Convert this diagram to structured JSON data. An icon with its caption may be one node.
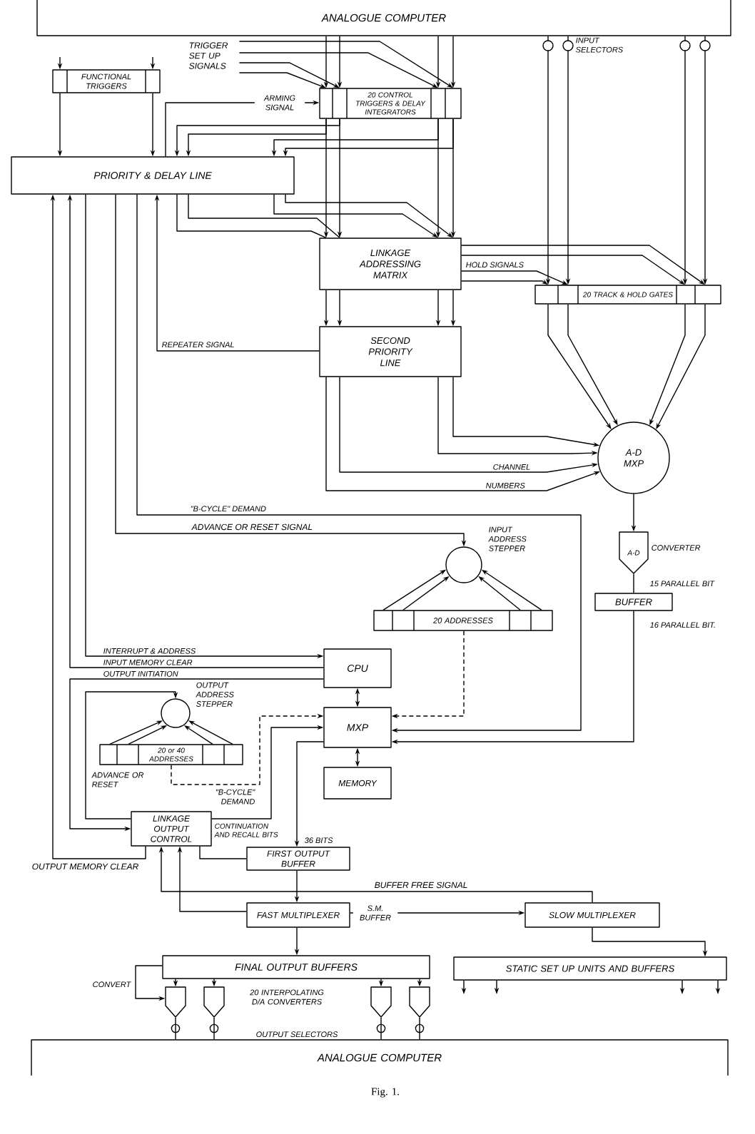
{
  "diagram": {
    "caption": "Fig. 1.",
    "nodes": [
      {
        "text": [
          "ANALOGUE COMPUTER"
        ]
      },
      {
        "text": [
          "TRIGGER SET UP SIGNALS"
        ]
      },
      {
        "text": [
          "FUNCTIONAL TRIGGERS"
        ]
      },
      {
        "text": [
          "20 CONTROL TRIGGERS & DELAY INTEGRATORS"
        ]
      },
      {
        "text": [
          "PRIORITY & DELAY LINE"
        ]
      },
      {
        "text": [
          "LINKAGE ADDRESSING MATRIX"
        ]
      },
      {
        "text": [
          "20 TRACK & HOLD GATES"
        ]
      },
      {
        "text": [
          "SECOND PRIORITY LINE"
        ]
      },
      {
        "text": [
          "A-D MXP"
        ]
      },
      {
        "text": [],
        "shape": "circle",
        "beside": [
          "INPUT ADDRESS STEPPER"
        ]
      },
      {
        "text": [
          "A-D"
        ],
        "beside": [
          "CONVERTER"
        ]
      },
      {
        "text": [
          "BUFFER"
        ]
      },
      {
        "text": [
          "20 ADDRESSES"
        ]
      },
      {
        "text": [
          "CPU"
        ]
      },
      {
        "text": [],
        "shape": "circle",
        "beside": [
          "OUTPUT ADDRESS STEPPER"
        ]
      },
      {
        "text": [
          "MXP"
        ]
      },
      {
        "text": [
          "20 or 40 ADDRESSES"
        ]
      },
      {
        "text": [
          "MEMORY"
        ]
      },
      {
        "text": [
          "LINKAGE OUTPUT CONTROL"
        ]
      },
      {
        "text": [
          "FIRST OUTPUT BUFFER"
        ]
      },
      {
        "text": [
          "FAST MULTIPLEXER"
        ]
      },
      {
        "text": [
          "SLOW MULTIPLEXER"
        ]
      },
      {
        "text": [
          "FINAL OUTPUT BUFFERS"
        ]
      },
      {
        "text": [
          "STATIC SET UP UNITS AND BUFFERS"
        ]
      },
      {
        "text": [],
        "shape": "pentagon"
      },
      {
        "text": [],
        "shape": "pentagon"
      },
      {
        "text": [],
        "shape": "pentagon"
      },
      {
        "text": [],
        "shape": "pentagon"
      },
      {
        "text": [
          "ANALOGUE COMPUTER"
        ]
      }
    ],
    "edges": [
      {
        "from": null,
        "to": 2,
        "arrow": "to"
      },
      {
        "from": null,
        "to": 2,
        "arrow": "to"
      },
      {
        "from": 0,
        "to": 3,
        "arrow": "to"
      },
      {
        "from": 0,
        "to": 3,
        "arrow": "to"
      },
      {
        "from": 0,
        "to": 3,
        "arrow": "to"
      },
      {
        "from": 0,
        "to": 3,
        "arrow": "to"
      },
      {
        "from": 1,
        "to": 3,
        "arrow": "to"
      },
      {
        "from": 1,
        "to": 3,
        "arrow": "to"
      },
      {
        "from": 1,
        "to": 3,
        "arrow": "to"
      },
      {
        "from": 1,
        "to": 3,
        "arrow": "to"
      },
      {
        "from": 2,
        "to": 4,
        "arrow": "to"
      },
      {
        "from": 2,
        "to": 4,
        "arrow": "to"
      },
      {
        "from": 4,
        "to": 3,
        "arrow": "to",
        "label": "ARMING SIGNAL"
      },
      {
        "from": 3,
        "to": 4,
        "arrow": "to"
      },
      {
        "from": 3,
        "to": 4,
        "arrow": "to"
      },
      {
        "from": 3,
        "to": 4,
        "arrow": "to"
      },
      {
        "from": 3,
        "to": 4,
        "arrow": "to"
      },
      {
        "from": 3,
        "to": 5,
        "arrow": "to"
      },
      {
        "from": 3,
        "to": 5,
        "arrow": "to"
      },
      {
        "from": 3,
        "to": 5,
        "arrow": "to"
      },
      {
        "from": 3,
        "to": 5,
        "arrow": "to"
      },
      {
        "from": 4,
        "to": 5,
        "arrow": "none"
      },
      {
        "from": 4,
        "to": 5,
        "arrow": "none"
      },
      {
        "from": 4,
        "to": 5,
        "arrow": "to"
      },
      {
        "from": 4,
        "to": 5,
        "arrow": "to"
      },
      {
        "from": 0,
        "to": 6,
        "arrow": "to"
      },
      {
        "from": 0,
        "to": 6,
        "arrow": "to"
      },
      {
        "from": 0,
        "to": 6,
        "arrow": "to"
      },
      {
        "from": 0,
        "to": 6,
        "arrow": "to"
      },
      {
        "from": 5,
        "to": 6,
        "arrow": "to"
      },
      {
        "from": 5,
        "to": 6,
        "arrow": "to"
      },
      {
        "from": 5,
        "to": 6,
        "arrow": "to"
      },
      {
        "from": 5,
        "to": 6,
        "arrow": "to"
      },
      {
        "from": 5,
        "to": 7,
        "arrow": "to"
      },
      {
        "from": 5,
        "to": 7,
        "arrow": "to"
      },
      {
        "from": 5,
        "to": 7,
        "arrow": "to"
      },
      {
        "from": 5,
        "to": 7,
        "arrow": "to"
      },
      {
        "from": 7,
        "to": 4,
        "arrow": "to",
        "label": "REPEATER SIGNAL"
      },
      {
        "from": 7,
        "to": 8,
        "arrow": "to"
      },
      {
        "from": 7,
        "to": 8,
        "arrow": "to"
      },
      {
        "from": 7,
        "to": 8,
        "arrow": "to"
      },
      {
        "from": 7,
        "to": 8,
        "arrow": "to"
      },
      {
        "from": 6,
        "to": 8,
        "arrow": "to"
      },
      {
        "from": 6,
        "to": 8,
        "arrow": "to"
      },
      {
        "from": 6,
        "to": 8,
        "arrow": "to"
      },
      {
        "from": 6,
        "to": 8,
        "arrow": "to"
      },
      {
        "from": 4,
        "to": 15,
        "arrow": "to",
        "label": "\"B-CYCLE\" DEMAND"
      },
      {
        "from": 4,
        "to": 9,
        "arrow": "to",
        "label": "ADVANCE OR RESET SIGNAL"
      },
      {
        "from": 8,
        "to": 10,
        "arrow": "to"
      },
      {
        "from": 10,
        "to": 11,
        "arrow": "none",
        "label": "15 PARALLEL BIT"
      },
      {
        "from": 12,
        "to": 9,
        "arrow": "to"
      },
      {
        "from": 12,
        "to": 9,
        "arrow": "to"
      },
      {
        "from": 12,
        "to": 9,
        "arrow": "to"
      },
      {
        "from": 12,
        "to": 9,
        "arrow": "to"
      },
      {
        "from": 11,
        "to": 15,
        "arrow": "to",
        "label": "16 PARALLEL BIT."
      },
      {
        "from": 12,
        "to": 15,
        "arrow": "to",
        "style": "dashed"
      },
      {
        "from": 4,
        "to": 13,
        "arrow": "to",
        "label": "INTERRUPT & ADDRESS"
      },
      {
        "from": 13,
        "to": 4,
        "arrow": "to",
        "label": "INPUT MEMORY CLEAR"
      },
      {
        "from": 13,
        "to": 18,
        "arrow": "to",
        "label": "OUTPUT INITIATION"
      },
      {
        "from": 13,
        "to": 15,
        "arrow": "both"
      },
      {
        "from": 16,
        "to": 14,
        "arrow": "to"
      },
      {
        "from": 16,
        "to": 14,
        "arrow": "to"
      },
      {
        "from": 16,
        "to": 14,
        "arrow": "to"
      },
      {
        "from": 16,
        "to": 14,
        "arrow": "to"
      },
      {
        "from": 18,
        "to": 14,
        "arrow": "to",
        "label": "ADVANCE OR RESET"
      },
      {
        "from": 16,
        "to": 15,
        "arrow": "to",
        "style": "dashed",
        "label": "\"B-CYCLE\" DEMAND"
      },
      {
        "from": 15,
        "to": 17,
        "arrow": "both"
      },
      {
        "from": 18,
        "to": 15,
        "arrow": "to",
        "label": "CONTINUATION AND RECALL BITS"
      },
      {
        "from": 18,
        "to": 4,
        "arrow": "to",
        "label": "OUTPUT MEMORY CLEAR"
      },
      {
        "from": 15,
        "to": 19,
        "arrow": "to",
        "label": "36 BITS"
      },
      {
        "from": 18,
        "to": 19,
        "arrow": "none"
      },
      {
        "from": 19,
        "to": 20,
        "arrow": "to"
      },
      {
        "from": 21,
        "to": 18,
        "arrow": "to",
        "label": "BUFFER FREE SIGNAL"
      },
      {
        "from": 20,
        "to": 18,
        "arrow": "to"
      },
      {
        "from": 20,
        "to": 21,
        "arrow": "to",
        "label": "S.M. BUFFER"
      },
      {
        "from": 21,
        "to": 23,
        "arrow": "to"
      },
      {
        "from": 23,
        "to": null,
        "arrow": "to"
      },
      {
        "from": 23,
        "to": null,
        "arrow": "to"
      },
      {
        "from": 23,
        "to": null,
        "arrow": "to"
      },
      {
        "from": 23,
        "to": null,
        "arrow": "to"
      },
      {
        "from": 20,
        "to": 22,
        "arrow": "to"
      },
      {
        "from": 22,
        "to": 24,
        "arrow": "to",
        "label": "CONVERT"
      },
      {
        "from": 22,
        "to": 24,
        "arrow": "to"
      },
      {
        "from": 22,
        "to": 25,
        "arrow": "to"
      },
      {
        "from": 22,
        "to": 26,
        "arrow": "to"
      },
      {
        "from": 22,
        "to": 27,
        "arrow": "to"
      },
      {
        "from": 24,
        "to": 28,
        "arrow": "none"
      },
      {
        "from": 25,
        "to": 28,
        "arrow": "none"
      },
      {
        "from": 26,
        "to": 28,
        "arrow": "none"
      },
      {
        "from": 27,
        "to": 28,
        "arrow": "none"
      }
    ],
    "labels": [
      "INPUT SELECTORS",
      "HOLD SIGNALS",
      "CHANNEL",
      "NUMBERS",
      "20 INTERPOLATING D/A CONVERTERS",
      "OUTPUT SELECTORS"
    ]
  }
}
